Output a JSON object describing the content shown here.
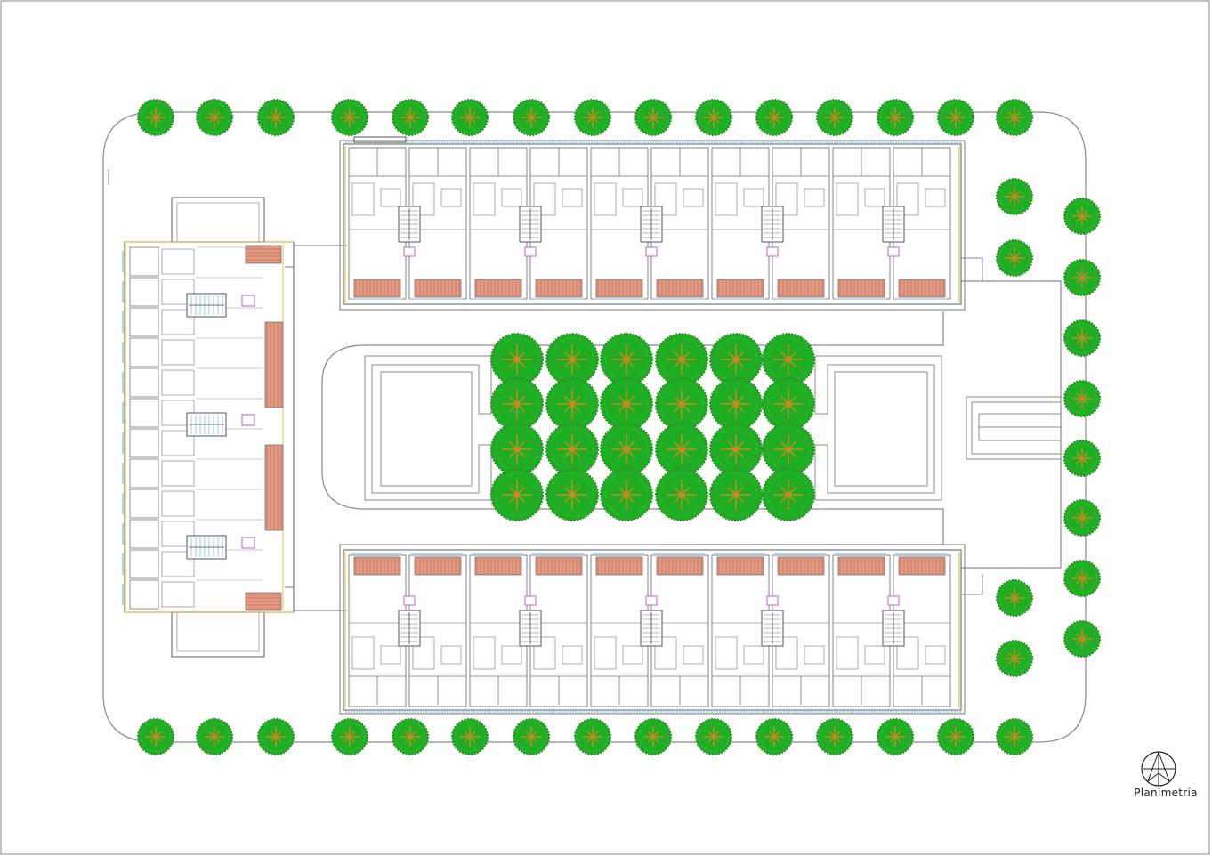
{
  "drawing": {
    "caption": "Planimetria",
    "colors": {
      "background": "#ffffff",
      "line": "#8a8a8a",
      "dark_line": "#555555",
      "wall": "#6e6e6e",
      "tree_outer": "#2f8f2a",
      "tree_fill": "#1fae23",
      "tree_inner": "#c98a1e",
      "terrace": "#d98a72",
      "window": "#74b9d9",
      "stair_accent": "#c07bd6",
      "edge_accent": "#d8c64a"
    },
    "icons": [
      "tree-symbol",
      "north-arrow",
      "stair-symbol",
      "terrace-hatch"
    ]
  }
}
